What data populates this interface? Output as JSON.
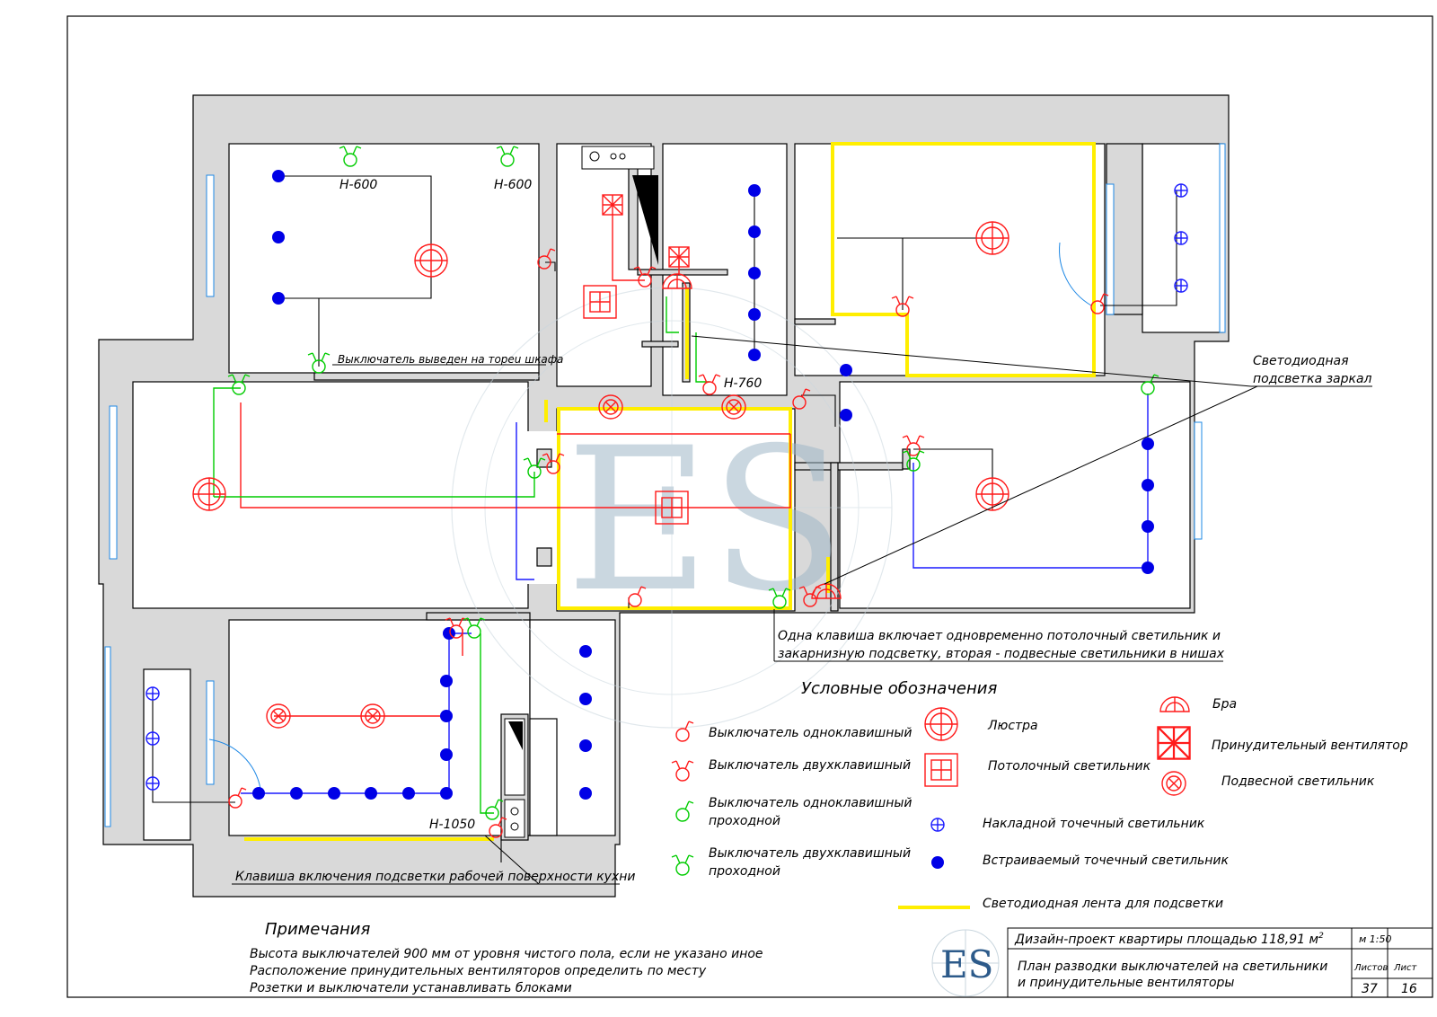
{
  "labels": {
    "h600_left": "Н-600",
    "h600_right": "Н-600",
    "h760": "Н-760",
    "h1050": "Н-1050",
    "cabinet_note": "Выключатель выведен на тореu шкафа",
    "led_mirror_line1": "Светодиодная",
    "led_mirror_line2": "подсветка заркал",
    "niche_note_line1": "Одна клавиша включает одновременно потолочный светильник и",
    "niche_note_line2": "закарнизную подсветку, вторая - подвесные светильники в нишах",
    "kitchen_note": "Клавиша включения подсветки рабочей поверхности кухни"
  },
  "legend": {
    "title": "Условные обозначения",
    "items": {
      "switch1": "Выключатель одноклавишный",
      "switch2": "Выключатель двухклавишный",
      "pass1_line1": "Выключатель одноклавишный",
      "pass1_line2": "проходной",
      "pass2_line1": "Выключатель двухклавишный",
      "pass2_line2": "проходной",
      "chandelier": "Люстра",
      "ceiling": "Потолочный светильник",
      "surface_spot": "Накладной точечный светильник",
      "recessed_spot": "Встраиваемый точечный светильник",
      "led_strip": "Светодиодная лента для подсветки",
      "sconce": "Бра",
      "fan": "Принудительный вентилятор",
      "pendant": "Подвесной светильник"
    }
  },
  "notes": {
    "title": "Примечания",
    "lines": [
      "Высота выключателей 900 мм от уровня чистого пола, если не указано иное",
      "Расположение принудительных вентиляторов определить по месту",
      "Розетки и выключатели устанавливать блоками"
    ]
  },
  "watermark": "ES",
  "title_block": {
    "logo": "ES",
    "project": "Дизайн-проект квартиры площадью 118,91 м",
    "area_sup": "2",
    "scale": "м 1:50",
    "sheet_title_line1": "План разводки выключателей на светильники",
    "sheet_title_line2": "и принудительные вентиляторы",
    "col_sheets": "Листов",
    "col_sheet": "Лист",
    "sheets_value": "37",
    "sheet_value": "16"
  },
  "colors": {
    "wiring_red": "#ff1a1a",
    "wiring_green": "#00cc00",
    "wiring_blue": "#1a1aff",
    "led": "#ffee00",
    "spot": "#0000e6",
    "wall": "#d9d9d9",
    "window": "#1e88e5",
    "watermark": "#9fb8c8",
    "logo": "#2c5a8a"
  }
}
